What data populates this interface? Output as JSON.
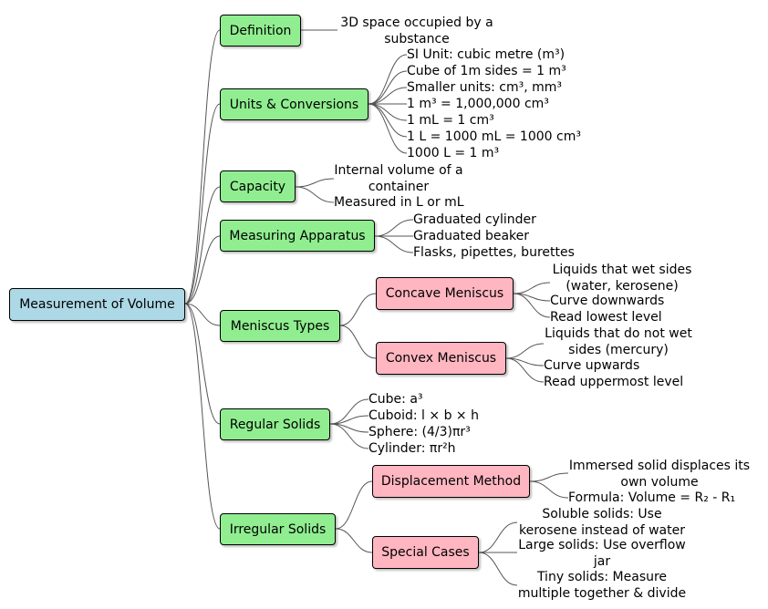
{
  "colors": {
    "root": "#add8e6",
    "branch": "#90ee90",
    "sub_branch": "#ffb6c1",
    "line": "#555555"
  },
  "root": "Measurement of Volume",
  "branches": {
    "definition": {
      "label": "Definition",
      "leaves": [
        "3D space occupied by a",
        "substance"
      ]
    },
    "units": {
      "label": "Units & Conversions",
      "leaves": [
        "SI Unit: cubic metre (m³)",
        "Cube of 1m sides = 1 m³",
        "Smaller units: cm³, mm³",
        "1 m³ = 1,000,000 cm³",
        "1 mL = 1 cm³",
        "1 L = 1000 mL = 1000 cm³",
        "1000 L = 1 m³"
      ]
    },
    "capacity": {
      "label": "Capacity",
      "leaves": [
        "Internal volume of a",
        "container",
        "Measured in L or mL"
      ]
    },
    "apparatus": {
      "label": "Measuring Apparatus",
      "leaves": [
        "Graduated cylinder",
        "Graduated beaker",
        "Flasks, pipettes, burettes"
      ]
    },
    "meniscus": {
      "label": "Meniscus Types",
      "concave": {
        "label": "Concave Meniscus",
        "leaves": [
          "Liquids that wet sides",
          "(water, kerosene)",
          "Curve downwards",
          "Read lowest level"
        ]
      },
      "convex": {
        "label": "Convex Meniscus",
        "leaves": [
          "Liquids that do not wet",
          "sides (mercury)",
          "Curve upwards",
          "Read uppermost level"
        ]
      }
    },
    "regular": {
      "label": "Regular Solids",
      "leaves": [
        "Cube: a³",
        "Cuboid: l × b × h",
        "Sphere: (4/3)πr³",
        "Cylinder: πr²h"
      ]
    },
    "irregular": {
      "label": "Irregular Solids",
      "displacement": {
        "label": "Displacement Method",
        "leaves": [
          "Immersed solid displaces its",
          "own volume",
          "Formula: Volume = R₂ - R₁"
        ]
      },
      "special": {
        "label": "Special Cases",
        "leaves": [
          "Soluble solids: Use",
          "kerosene instead of water",
          "Large solids: Use overflow",
          "jar",
          "Tiny solids: Measure",
          "multiple together & divide"
        ]
      }
    }
  }
}
